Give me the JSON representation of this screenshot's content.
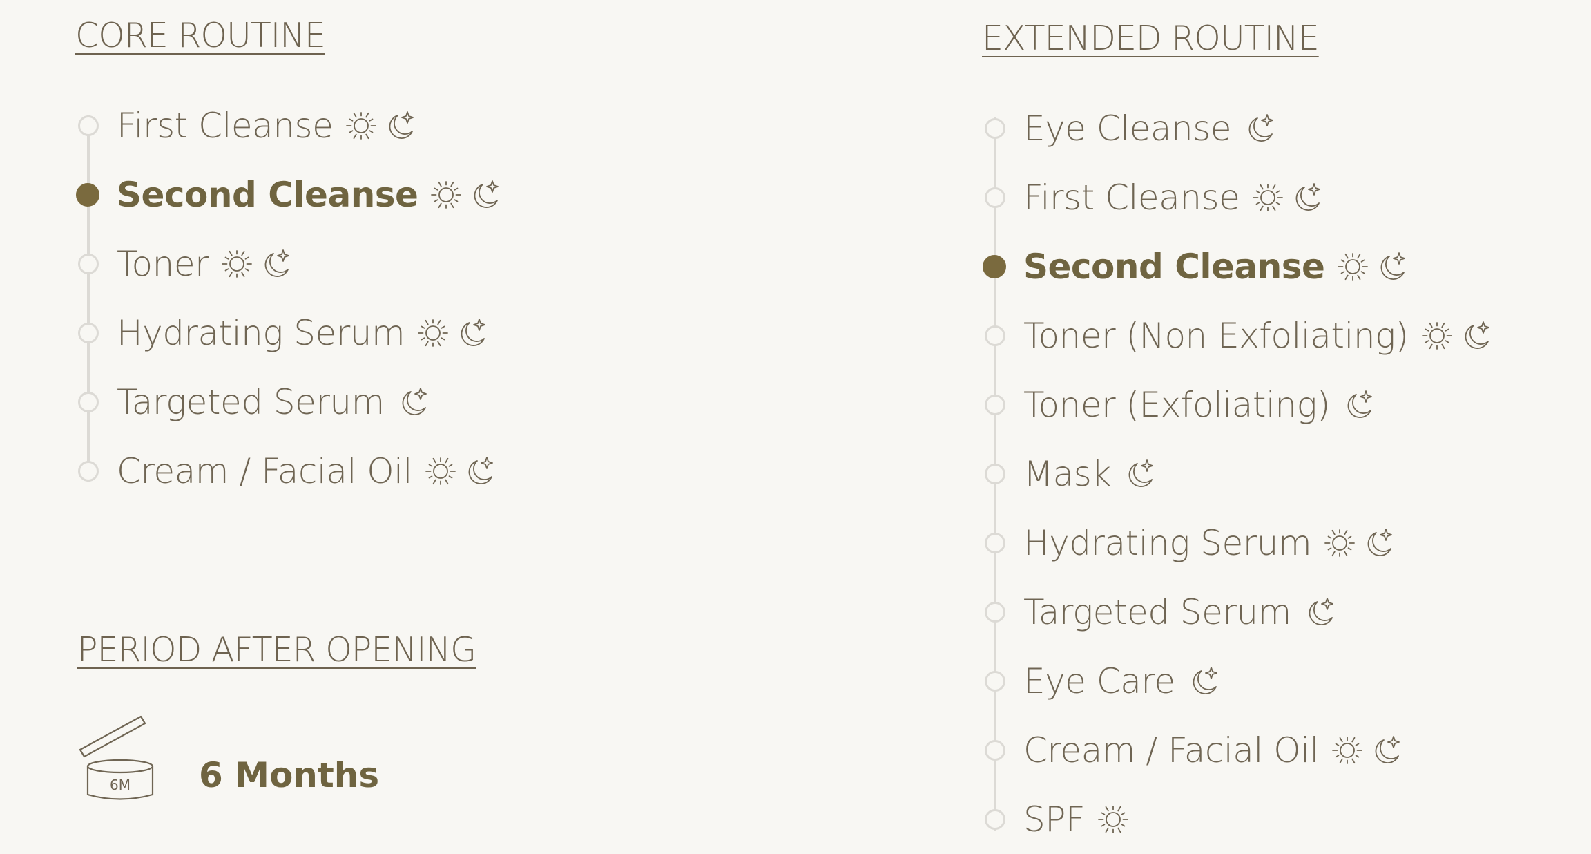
{
  "core": {
    "heading": "CORE ROUTINE",
    "steps": [
      {
        "label": "First Cleanse",
        "sun": true,
        "moon": true,
        "active": false
      },
      {
        "label": "Second Cleanse",
        "sun": true,
        "moon": true,
        "active": true
      },
      {
        "label": "Toner",
        "sun": true,
        "moon": true,
        "active": false
      },
      {
        "label": "Hydrating Serum",
        "sun": true,
        "moon": true,
        "active": false
      },
      {
        "label": "Targeted Serum",
        "sun": false,
        "moon": true,
        "active": false
      },
      {
        "label": "Cream / Facial Oil",
        "sun": true,
        "moon": true,
        "active": false
      }
    ]
  },
  "extended": {
    "heading": "EXTENDED ROUTINE",
    "steps": [
      {
        "label": "Eye Cleanse",
        "sun": false,
        "moon": true,
        "active": false
      },
      {
        "label": "First Cleanse",
        "sun": true,
        "moon": true,
        "active": false
      },
      {
        "label": "Second Cleanse",
        "sun": true,
        "moon": true,
        "active": true
      },
      {
        "label": "Toner (Non Exfoliating)",
        "sun": true,
        "moon": true,
        "active": false
      },
      {
        "label": "Toner (Exfoliating)",
        "sun": false,
        "moon": true,
        "active": false
      },
      {
        "label": "Mask",
        "sun": false,
        "moon": true,
        "active": false
      },
      {
        "label": "Hydrating Serum",
        "sun": true,
        "moon": true,
        "active": false
      },
      {
        "label": "Targeted Serum",
        "sun": false,
        "moon": true,
        "active": false
      },
      {
        "label": "Eye Care",
        "sun": false,
        "moon": true,
        "active": false
      },
      {
        "label": "Cream / Facial Oil",
        "sun": true,
        "moon": true,
        "active": false
      },
      {
        "label": "SPF",
        "sun": true,
        "moon": false,
        "active": false
      }
    ]
  },
  "pao": {
    "heading": "PERIOD AFTER OPENING",
    "jar_label": "6M",
    "value": "6 Months"
  },
  "icons": {
    "sun": "sun-icon",
    "moon": "moon-icon",
    "jar": "open-jar-icon"
  },
  "colors": {
    "background": "#f8f7f3",
    "text": "#6f6553",
    "accent": "#7a6a3e",
    "timeline": "#dcdad5"
  }
}
